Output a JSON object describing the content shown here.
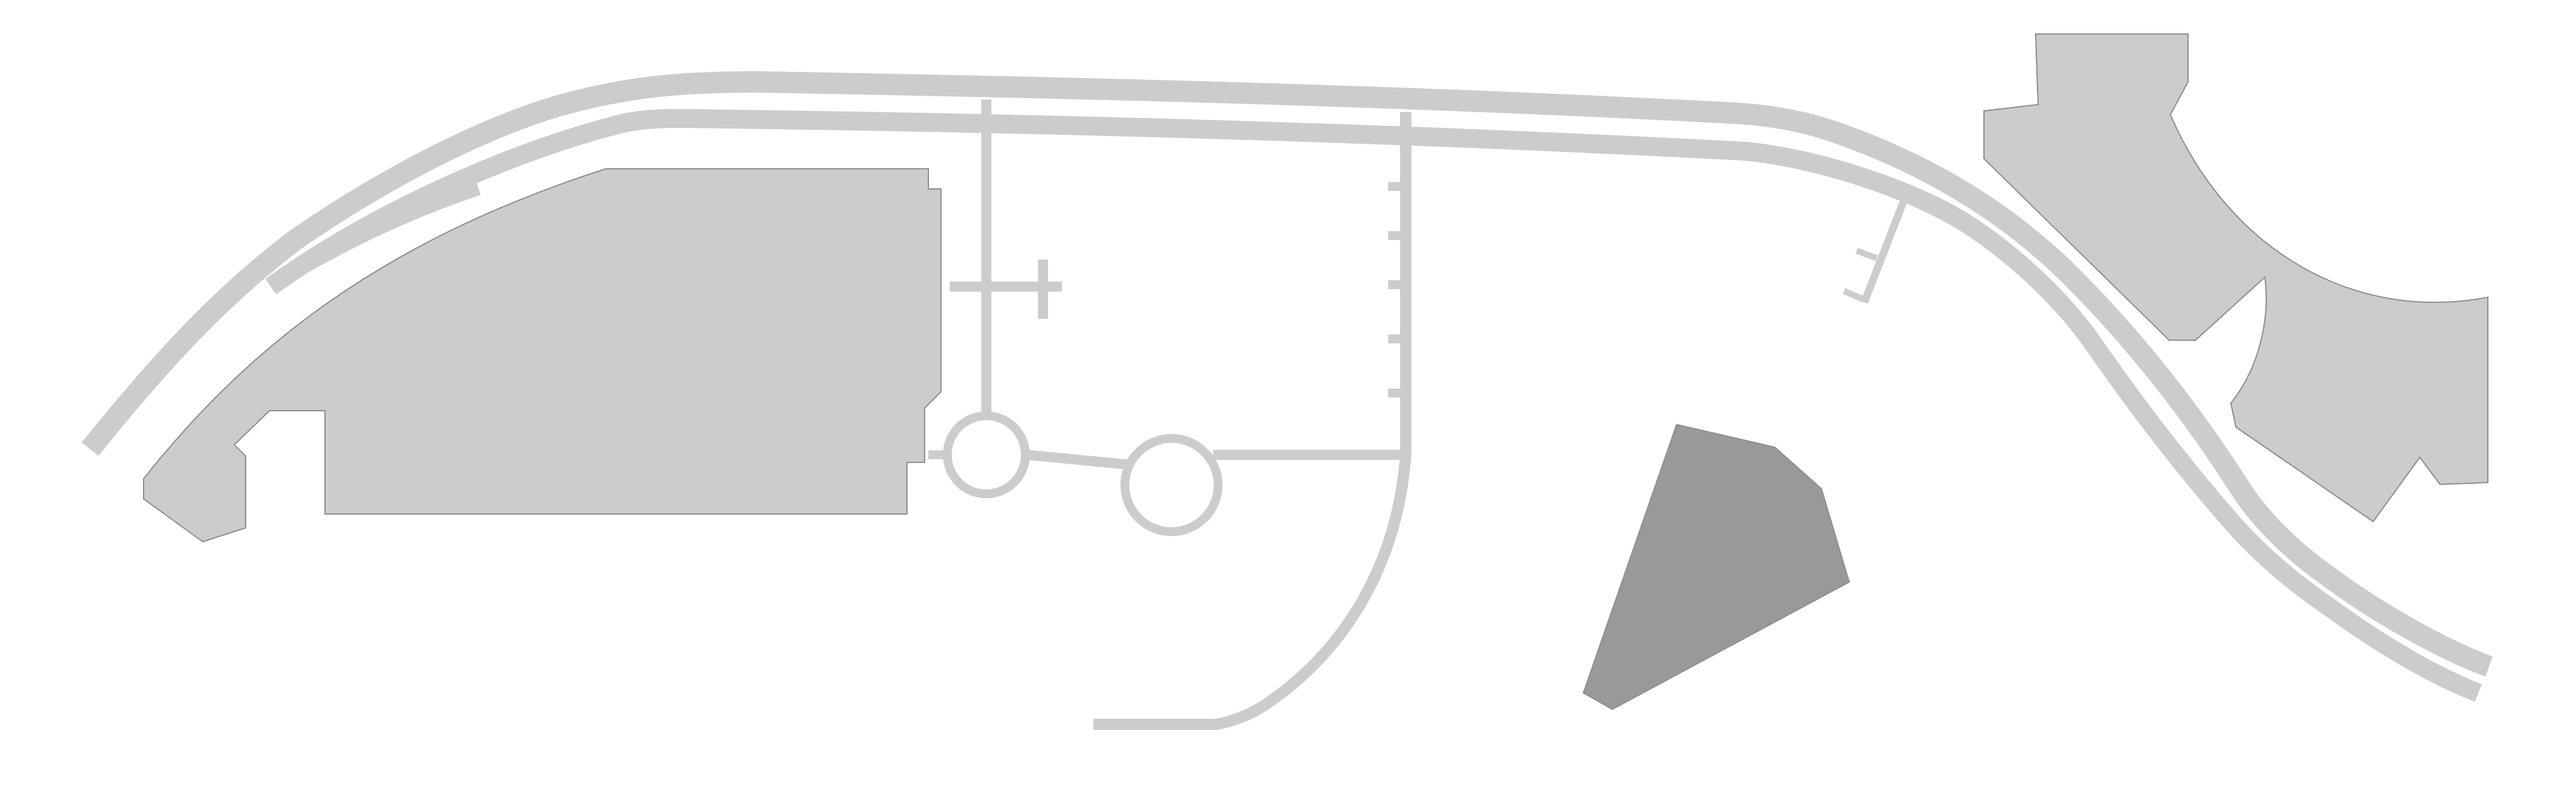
{
  "map": {
    "colors": {
      "background": "#ffffff",
      "road": "#cccccc",
      "building": "#cccccc",
      "building_highlight": "#999999",
      "building_outline": "#8f8f8f",
      "node_fill": "#ffffff"
    },
    "layers": [
      "outer-road-arc",
      "inner-road-arc",
      "connector-streets",
      "loop-road",
      "building-footprints",
      "highlighted-building",
      "junction-circles"
    ]
  }
}
